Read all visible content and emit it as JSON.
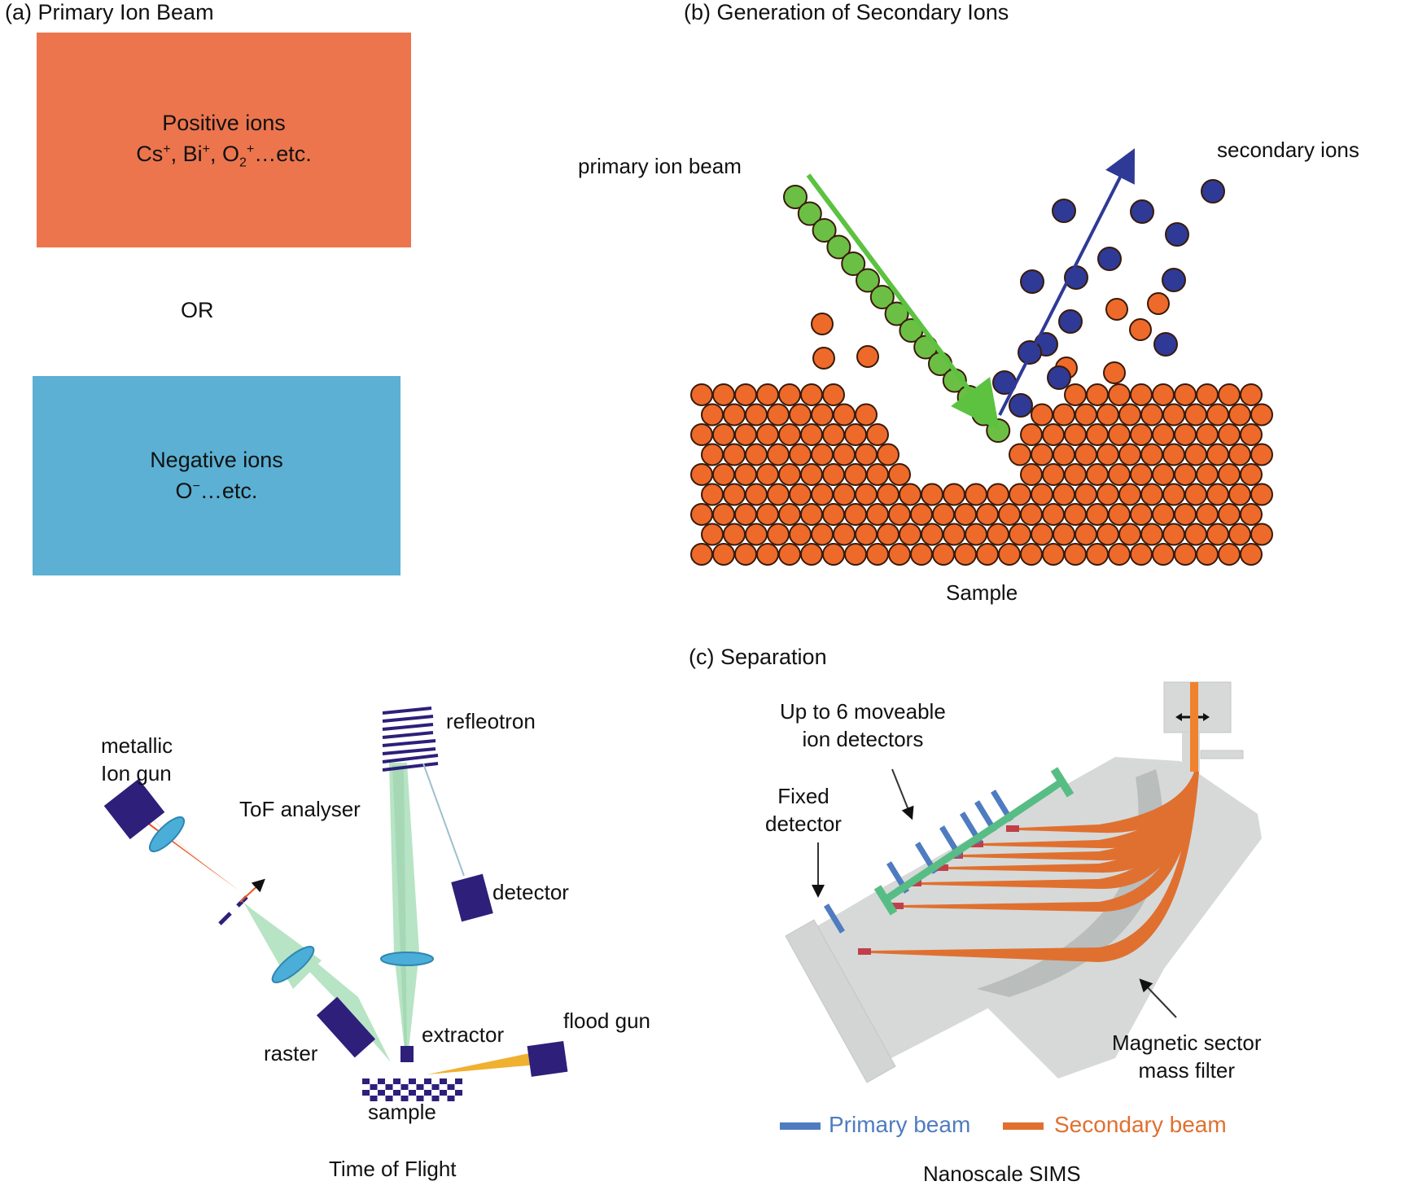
{
  "panel_a": {
    "title": "(a) Primary Ion Beam",
    "positive_box": {
      "heading": "Positive ions",
      "species": [
        {
          "base": "Cs",
          "sub": "",
          "sup": "+",
          "sep": ", "
        },
        {
          "base": "Bi",
          "sub": "",
          "sup": "+",
          "sep": ", "
        },
        {
          "base": "O",
          "sub": "2",
          "sup": "+",
          "sep": ""
        }
      ],
      "suffix": "…etc.",
      "color": "#ec754d"
    },
    "or_label": "OR",
    "negative_box": {
      "heading": "Negative ions",
      "species": [
        {
          "base": "O",
          "sub": "",
          "sup": "−",
          "sep": ""
        }
      ],
      "suffix": "…etc.",
      "color": "#5bb0d3"
    }
  },
  "panel_b": {
    "title": "(b) Generation of Secondary Ions",
    "primary_label": "primary ion beam",
    "secondary_label": "secondary ions",
    "sample_label": "Sample",
    "colors": {
      "primary": "#6cbf45",
      "primary_arrow": "#5cc240",
      "secondary": "#2e3a96",
      "sample": "#ee6a2a",
      "outline": "#3a1a0a"
    }
  },
  "tof": {
    "caption": "Time of Flight",
    "labels": {
      "ion_gun": [
        "metallic",
        "Ion gun"
      ],
      "tof_analyser": "ToF analyser",
      "refleotron": "refleotron",
      "detector": "detector",
      "raster": "raster",
      "extractor": "extractor",
      "flood_gun": "flood gun",
      "sample": "sample"
    },
    "colors": {
      "component": "#2d1f7a",
      "lens": "#4aaed8",
      "beam": "#b7e4c4",
      "ion_beam": "#e8561f",
      "flood_beam": "#f0b030"
    }
  },
  "panel_c": {
    "title": "(c) Separation",
    "moveable_label": [
      "Up to 6 moveable",
      "ion detectors"
    ],
    "fixed_label": [
      "Fixed",
      "detector"
    ],
    "magnet_label": [
      "Magnetic sector",
      "mass filter"
    ],
    "caption": "Nanoscale SIMS",
    "legend": [
      {
        "label": "Primary beam",
        "color": "#4f7cc0"
      },
      {
        "label": "Secondary beam",
        "color": "#e07030"
      }
    ],
    "moveable_detector_count": 6
  }
}
